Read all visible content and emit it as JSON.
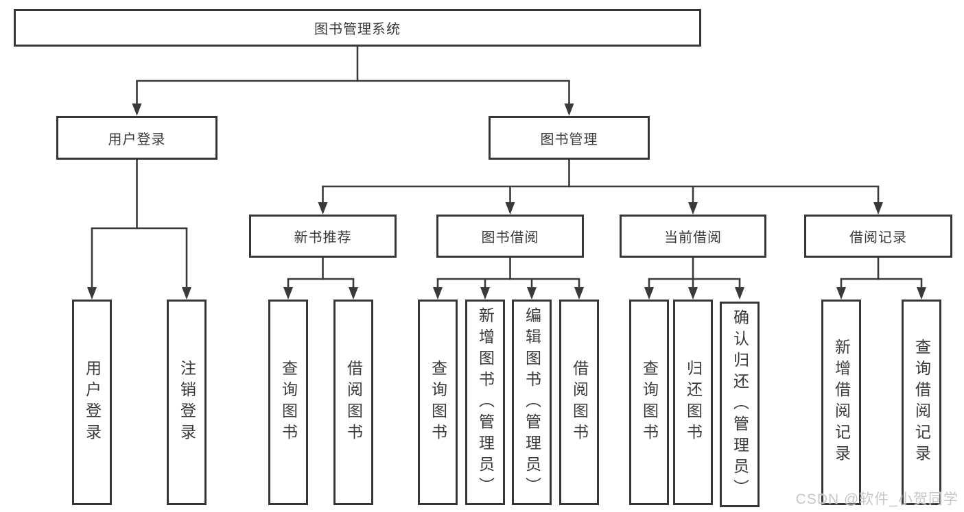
{
  "colors": {
    "background": "#ffffff",
    "box_border": "#363636",
    "connector_line": "#3a3a3a",
    "text": "#3a3a3a",
    "watermark": "#c7c7c7"
  },
  "tree": {
    "root": {
      "label": "图书管理系统"
    },
    "branches": [
      {
        "label": "用户登录",
        "children": [
          {
            "label": "用户登录"
          },
          {
            "label": "注销登录"
          }
        ]
      },
      {
        "label": "图书管理",
        "children": [
          {
            "label": "新书推荐",
            "children": [
              {
                "label": "查询图书"
              },
              {
                "label": "借阅图书"
              }
            ]
          },
          {
            "label": "图书借阅",
            "children": [
              {
                "label": "查询图书"
              },
              {
                "label": "新增图书（管理员）"
              },
              {
                "label": "编辑图书（管理员）"
              },
              {
                "label": "借阅图书"
              }
            ]
          },
          {
            "label": "当前借阅",
            "children": [
              {
                "label": "查询图书"
              },
              {
                "label": "归还图书"
              },
              {
                "label": "确认归还（管理员）"
              }
            ]
          },
          {
            "label": "借阅记录",
            "children": [
              {
                "label": "新增借阅记录"
              },
              {
                "label": "查询借阅记录"
              }
            ]
          }
        ]
      }
    ]
  },
  "watermark": {
    "text": "CSDN @软件_小贺同学"
  }
}
